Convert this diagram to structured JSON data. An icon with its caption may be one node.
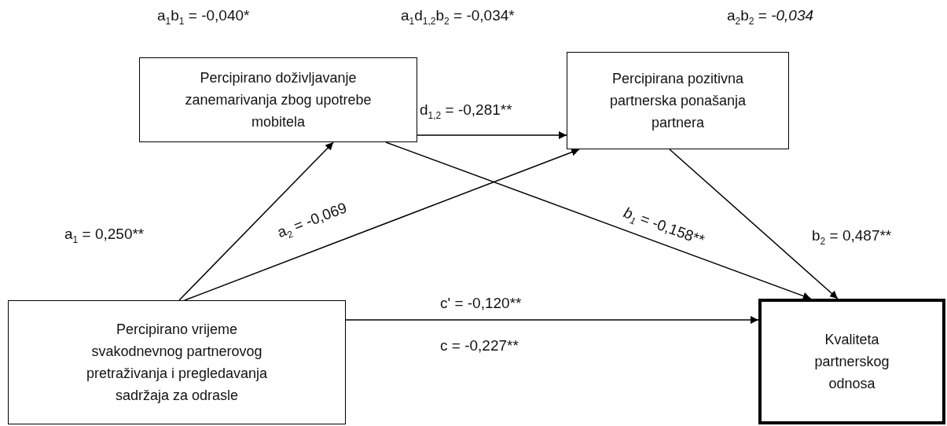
{
  "diagram": {
    "nodes": [
      {
        "text": [
          "Percipirano doživljavanje zanemarivanja zbog upotrebe mobitela"
        ]
      },
      {
        "text": [
          "Percipirana pozitivna partnerska ponašanja partnera"
        ]
      },
      {
        "text": [
          "Percipirano vrijeme svakodnevnog partnerovog pretraživanja i pregledavanja sadržaja za odrasle"
        ]
      },
      {
        "text": [
          "Kvaliteta partnerskog odnosa"
        ]
      }
    ],
    "edges": [
      {
        "from": 2,
        "to": 0,
        "arrow": "to",
        "label": "a$_{1}$ = 0,250**"
      },
      {
        "from": 2,
        "to": 1,
        "arrow": "to",
        "label": "a$_{2}$ = -0,069"
      },
      {
        "from": 0,
        "to": 1,
        "arrow": "to",
        "label": "d$_{1,2}$ = -0,281**"
      },
      {
        "from": 0,
        "to": 3,
        "arrow": "to",
        "label": "*b$_{1}$* = -0,158**"
      },
      {
        "from": 1,
        "to": 3,
        "arrow": "to",
        "label": "b$_{2}$ = 0,487**"
      },
      {
        "from": 2,
        "to": 3,
        "arrow": "to",
        "label": "c' = -0,120**"
      }
    ],
    "labels": [
      "a$_{1}$b$_{1}$ = -0,040*",
      "a$_{1}$d$_{1,2}$b$_{2}$ = -0,034*",
      "a$_{2}$b$_{2}$ = *-0,034*",
      "c = -0,227**"
    ]
  }
}
